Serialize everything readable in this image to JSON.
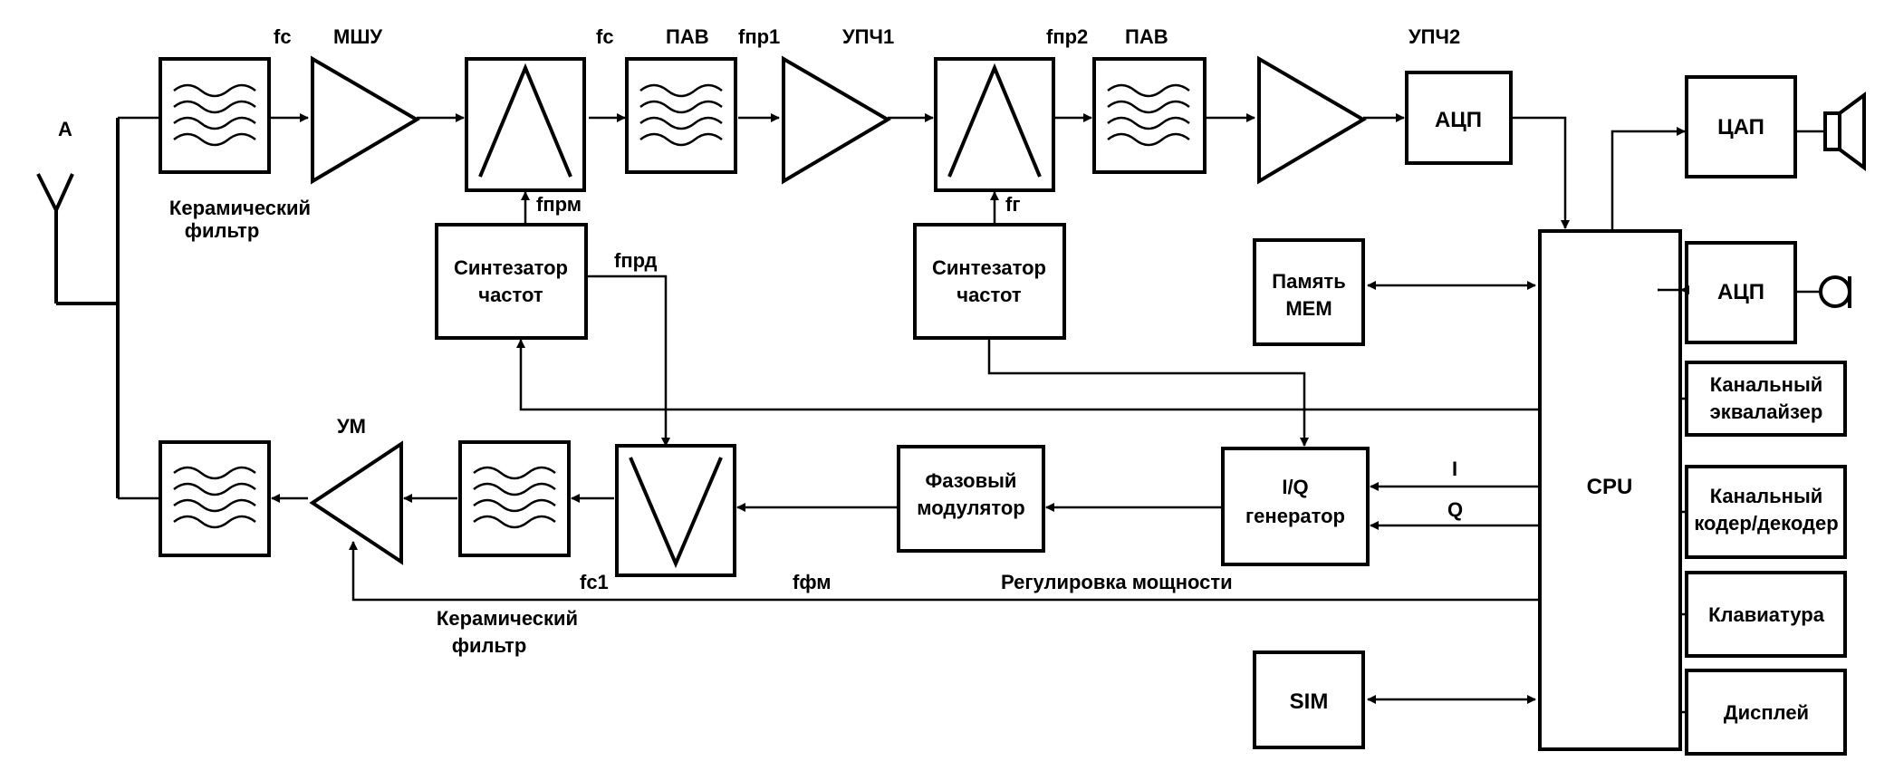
{
  "labels": {
    "antenna": "A",
    "fc_1": "fc",
    "mshu": "МШУ",
    "fc_2": "fc",
    "pav_1": "ПАВ",
    "fpr1": "fпр1",
    "upch1": "УПЧ1",
    "fpr2": "fпр2",
    "pav_2": "ПАВ",
    "upch2": "УПЧ2",
    "ceramic_top_1": "Керамический",
    "ceramic_top_2": "фильтр",
    "fprm": "fпрм",
    "fprd": "fпрд",
    "fg": "fг",
    "synth1_1": "Синтезатор",
    "synth1_2": "частот",
    "synth2_1": "Синтезатор",
    "synth2_2": "частот",
    "mem_1": "Память",
    "mem_2": "MEM",
    "adc_top": "АЦП",
    "dac": "ЦАП",
    "adc_mic": "АЦП",
    "cpu": "CPU",
    "eq_1": "Канальный",
    "eq_2": "эквалайзер",
    "coder_1": "Канальный",
    "coder_2": "кодер/декодер",
    "keyboard": "Клавиатура",
    "display": "Дисплей",
    "um": "УМ",
    "phase_1": "Фазовый",
    "phase_2": "модулятор",
    "iq_1": "I/Q",
    "iq_2": "генератор",
    "i": "I",
    "q": "Q",
    "fc1": "fc1",
    "ffm": "fфм",
    "power": "Регулировка  мощности",
    "ceramic_bot_1": "Керамический",
    "ceramic_bot_2": "фильтр",
    "sim": "SIM"
  }
}
